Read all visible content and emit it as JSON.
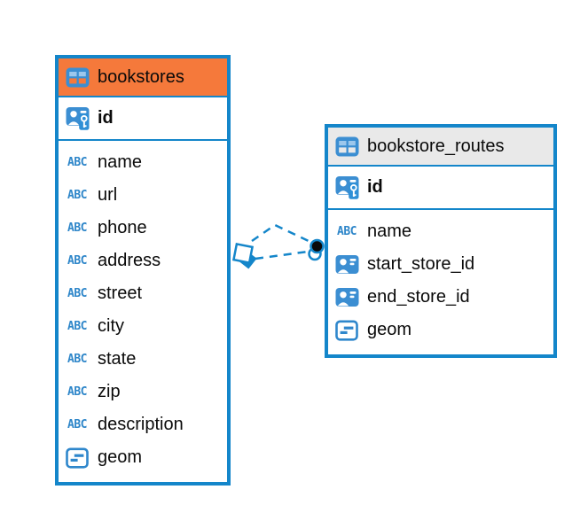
{
  "diagram": {
    "icons": {
      "abc_glyph": "ABC"
    },
    "colors": {
      "accent_blue": "#1486CA",
      "selected_header_orange": "#F5793B",
      "header_gray": "#E9E9E9",
      "icon_blue": "#3B8ED2",
      "endpoint_dot_black": "#0A0A0A"
    },
    "connector": {
      "style": "dashed",
      "line_count": 2,
      "from_table": "bookstores",
      "to_table": "bookstore_routes",
      "from_endpoint": "overlapping-squares",
      "to_endpoint": "filled-circle"
    },
    "tables": [
      {
        "name": "bookstores",
        "header_style": "orange-selected",
        "primary_key": {
          "name": "id",
          "icon": "primary-key-icon"
        },
        "columns": [
          {
            "name": "name",
            "icon": "text-type-icon"
          },
          {
            "name": "url",
            "icon": "text-type-icon"
          },
          {
            "name": "phone",
            "icon": "text-type-icon"
          },
          {
            "name": "address",
            "icon": "text-type-icon"
          },
          {
            "name": "street",
            "icon": "text-type-icon"
          },
          {
            "name": "city",
            "icon": "text-type-icon"
          },
          {
            "name": "state",
            "icon": "text-type-icon"
          },
          {
            "name": "zip",
            "icon": "text-type-icon"
          },
          {
            "name": "description",
            "icon": "text-type-icon"
          },
          {
            "name": "geom",
            "icon": "geometry-type-icon"
          }
        ]
      },
      {
        "name": "bookstore_routes",
        "header_style": "gray",
        "primary_key": {
          "name": "id",
          "icon": "primary-key-icon"
        },
        "columns": [
          {
            "name": "name",
            "icon": "text-type-icon"
          },
          {
            "name": "start_store_id",
            "icon": "foreign-key-icon"
          },
          {
            "name": "end_store_id",
            "icon": "foreign-key-icon"
          },
          {
            "name": "geom",
            "icon": "geometry-type-icon"
          }
        ]
      }
    ]
  }
}
